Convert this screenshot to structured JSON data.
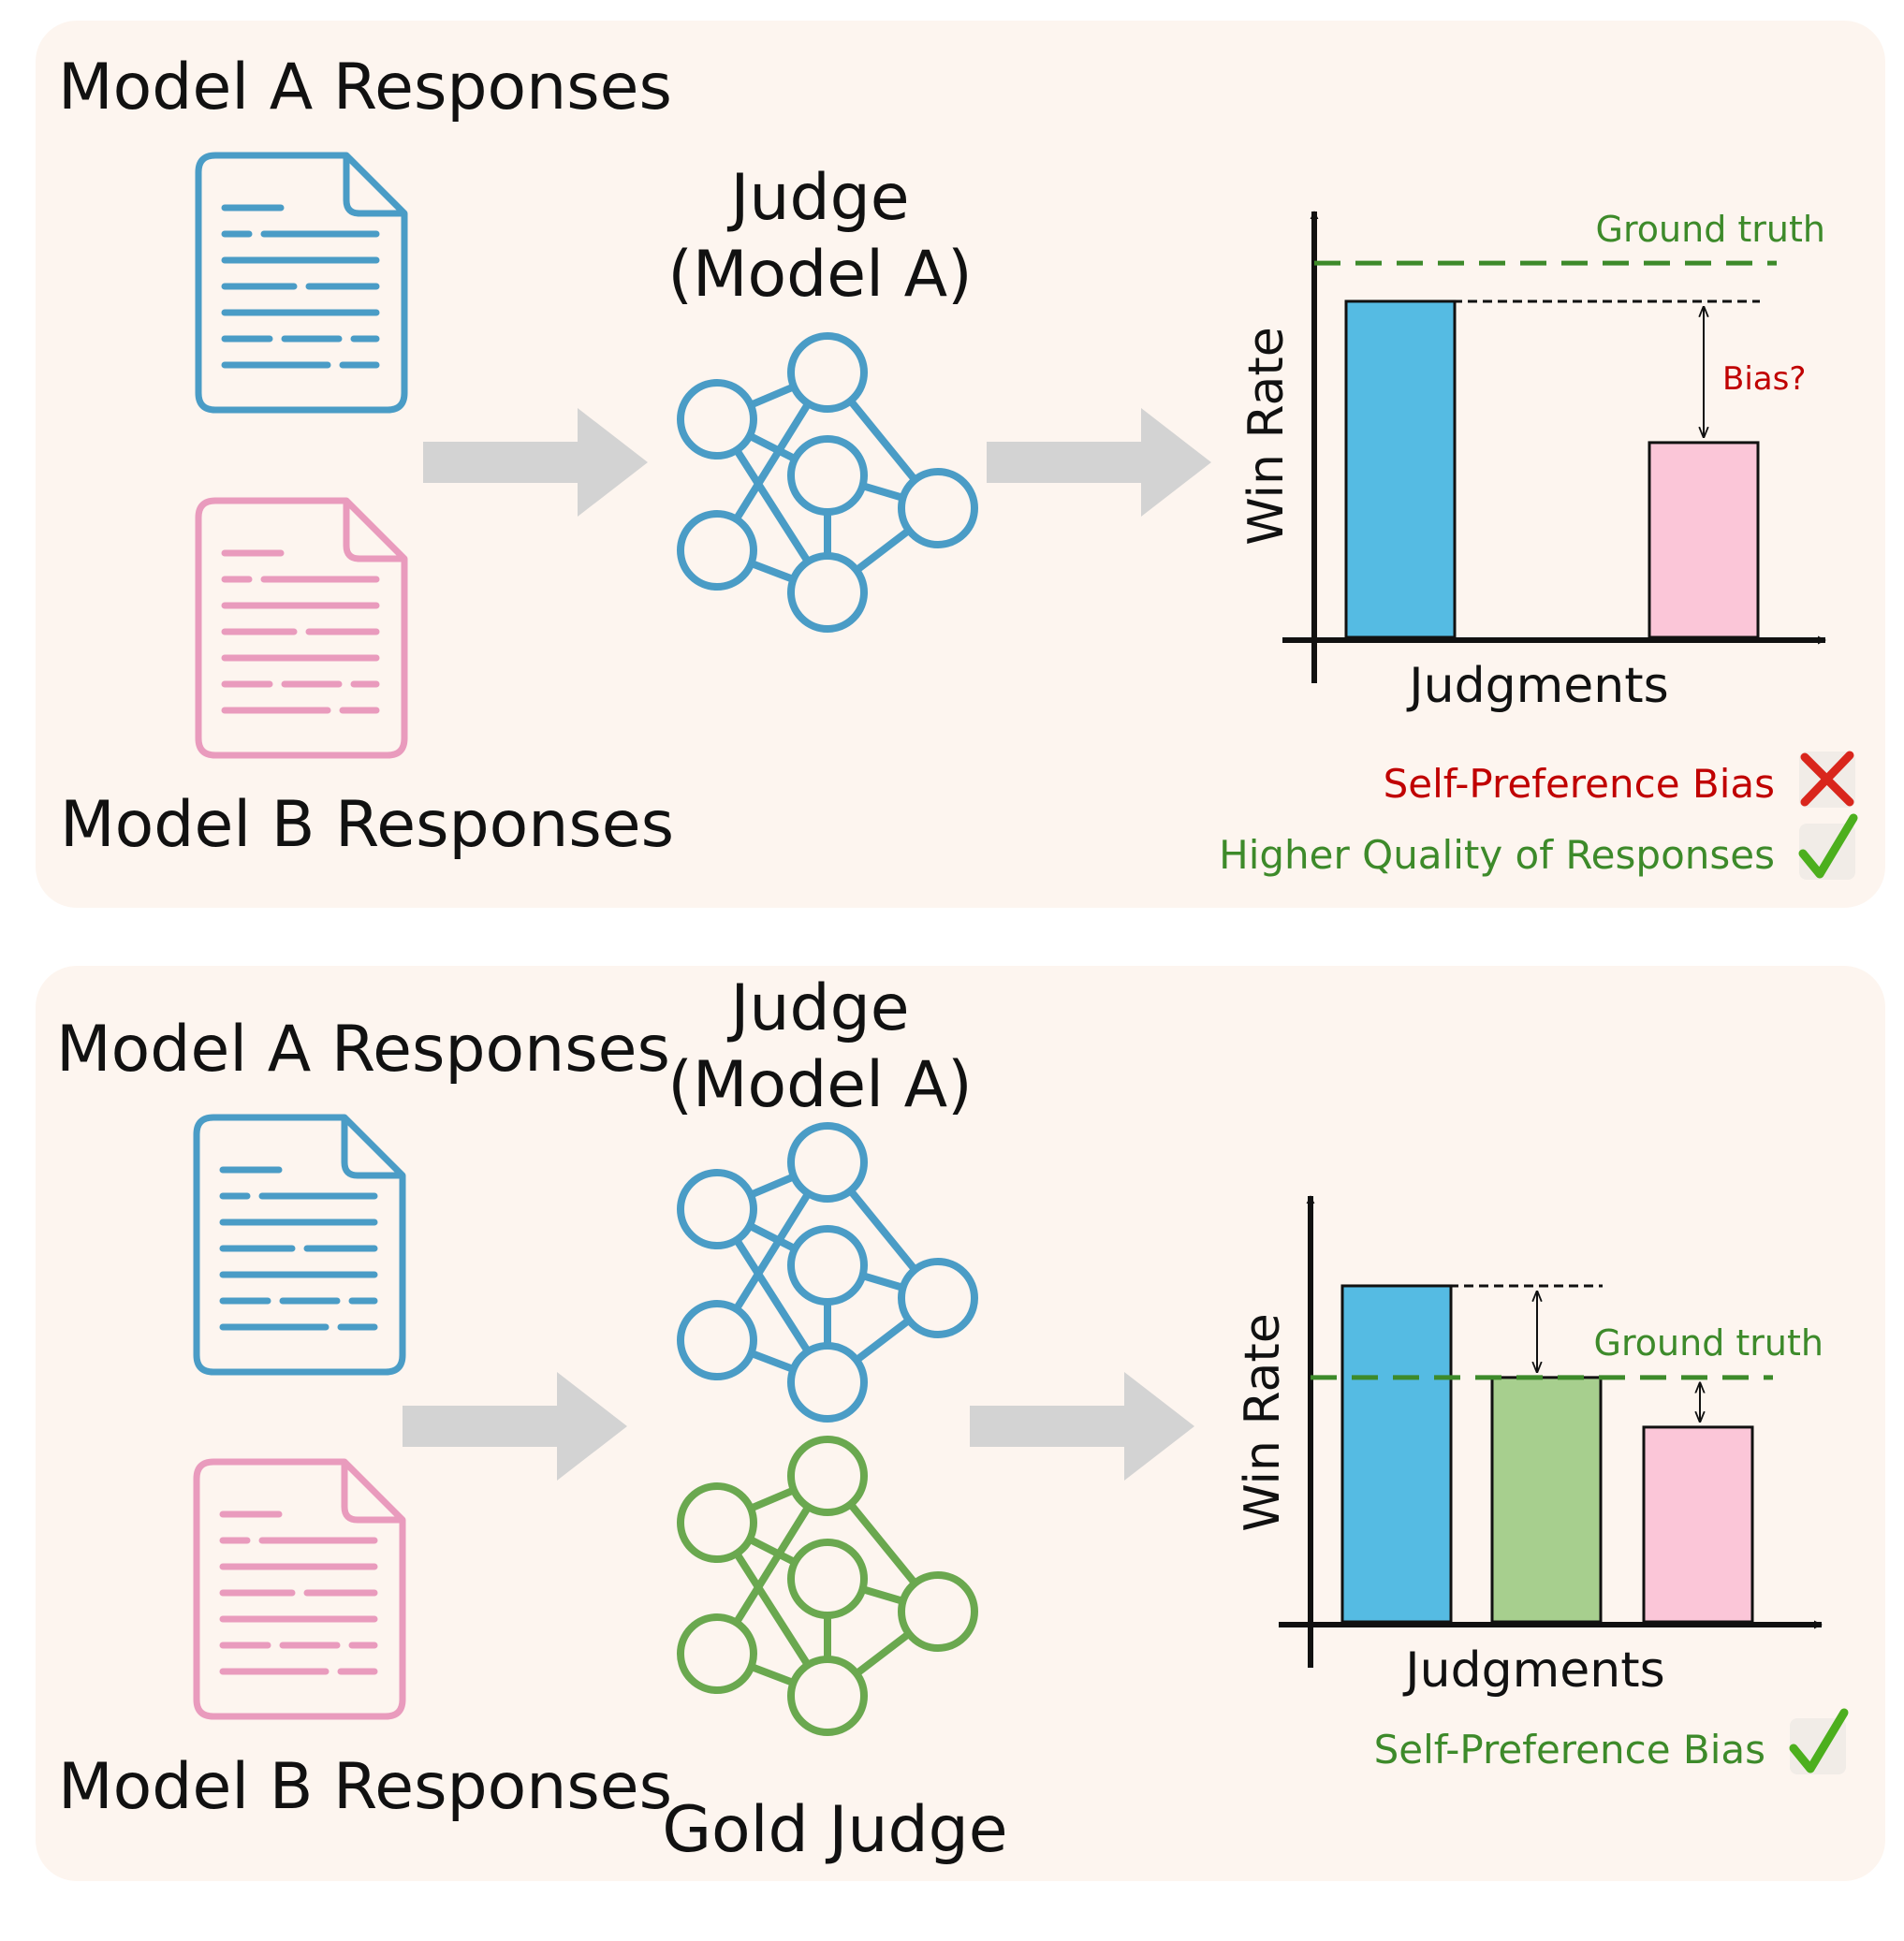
{
  "colors": {
    "panel_bg": "#fdf5ef",
    "blue": "#4a9cc6",
    "pink": "#e99bbd",
    "green": "#6aa84f",
    "bar_blue": "#55bbe3",
    "bar_pink": "#fbc6d8",
    "bar_green": "#a7cf8e",
    "ground_truth": "#3d8a2a",
    "bias_red": "#c00000",
    "arrow_gray": "#d3d3d3"
  },
  "top": {
    "model_a_label": "Model A Responses",
    "model_b_label": "Model B Responses",
    "judge_line1": "Judge",
    "judge_line2": "(Model A)",
    "ground_truth_label": "Ground truth",
    "bias_label": "Bias?",
    "ylabel": "Win Rate",
    "xlabel": "Judgments",
    "conclusion_1": "Self-Preference Bias",
    "conclusion_1_mark": "cross-icon",
    "conclusion_2": "Higher Quality of Responses",
    "conclusion_2_mark": "check-icon"
  },
  "bottom": {
    "model_a_label": "Model A Responses",
    "model_b_label": "Model B Responses",
    "judge_line1": "Judge",
    "judge_line2": "(Model A)",
    "gold_judge_label": "Gold Judge",
    "ground_truth_label": "Ground truth",
    "ylabel": "Win Rate",
    "xlabel": "Judgments",
    "conclusion_1": "Self-Preference Bias",
    "conclusion_1_mark": "check-icon"
  },
  "chart_data": [
    {
      "type": "bar",
      "xlabel": "Judgments",
      "ylabel": "Win Rate",
      "ylim": [
        0,
        1
      ],
      "values": [
        0.88,
        0.51
      ],
      "colors": [
        "#55bbe3",
        "#fbc6d8"
      ],
      "ground_truth": 0.98,
      "annotations": [
        "Ground truth",
        "Bias?"
      ]
    },
    {
      "type": "bar",
      "xlabel": "Judgments",
      "ylabel": "Win Rate",
      "ylim": [
        0,
        1
      ],
      "values": [
        0.88,
        0.64,
        0.51
      ],
      "colors": [
        "#55bbe3",
        "#a7cf8e",
        "#fbc6d8"
      ],
      "ground_truth": 0.64,
      "annotations": [
        "Ground truth"
      ]
    }
  ]
}
